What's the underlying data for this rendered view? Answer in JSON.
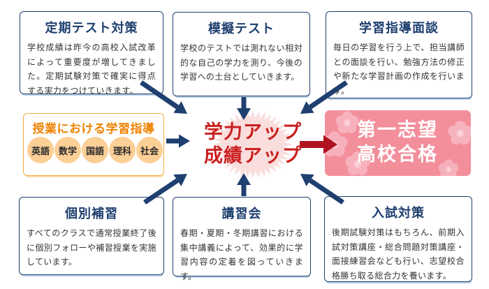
{
  "colors": {
    "navy": "#1e3f6f",
    "body_text": "#333333",
    "orange_border": "#f6ad3c",
    "orange_title": "#ef8200",
    "circle_fill": "#fbcf96",
    "burst_fill": "#fadddd",
    "burst_text": "#c9201f",
    "red_arrow": "#b01220",
    "pink_box": "#f38e9b",
    "flower": "#f7b4bf",
    "flower_center": "#fbccd4",
    "goal_text": "#ffffff"
  },
  "top_boxes": [
    {
      "title": "定期テスト対策",
      "body": "学校成績は昨今の高校入試改革によって重要度が増してきました。定期試験対策で確実に得点する実力をつけていきます。"
    },
    {
      "title": "模擬テスト",
      "body": "学校のテストでは測れない相対的な自己の学力を測り、今後の学習への土台としていきます。"
    },
    {
      "title": "学習指導面談",
      "body": "毎日の学習を行う上で、担当講師との面談を行い、勉強方法の修正や新たな学習計画の作成を行います。"
    }
  ],
  "class_guidance": {
    "title": "授業における学習指導",
    "subjects": [
      "英語",
      "数学",
      "国語",
      "理科",
      "社会"
    ]
  },
  "center": {
    "line1": "学力アップ",
    "line2": "成績アップ"
  },
  "goal": {
    "line1": "第一志望",
    "line2": "高校合格"
  },
  "bottom_boxes": [
    {
      "title": "個別補習",
      "body": "すべてのクラスで通常授業終了後に個別フォローや補習授業を実施しています。"
    },
    {
      "title": "講習会",
      "body": "春期・夏期・冬期講習における集中講義によって、効果的に学習内容の定着を図っていきます。"
    },
    {
      "title": "入試対策",
      "body": "後期試験対策はもちろん、前期入試対策講座・総合問題対策講座・面接練習会なども行い、志望校合格勝ち取る総合力を養います。"
    }
  ]
}
